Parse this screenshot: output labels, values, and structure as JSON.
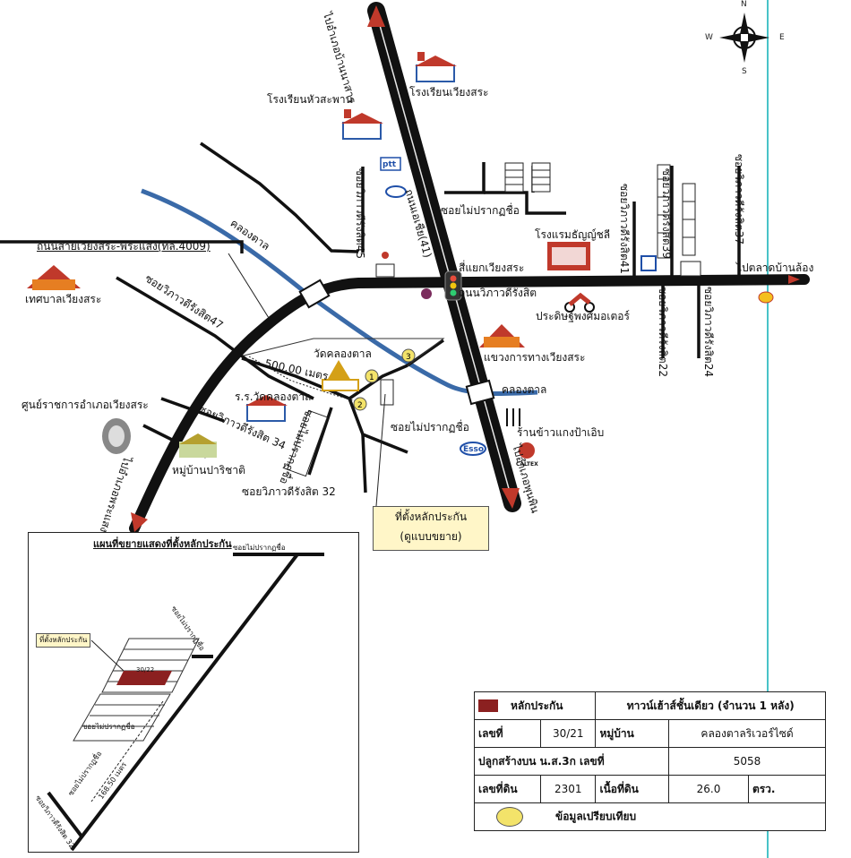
{
  "colors": {
    "road": "#111111",
    "canal": "#3a6aa8",
    "lot": "#8b2020",
    "marker": "#f3e36a",
    "arrow": "#c0392b",
    "highlight": "#fff6c8"
  },
  "compass": {
    "n": "N",
    "s": "S",
    "e": "E",
    "w": "W"
  },
  "roads": {
    "to_ban_na": "ไปอำเภอบ้านนาสาร",
    "hwy_41": "ถนนเอเชีย(41)",
    "to_phun_phin": "ไปอำเภอพุนพิน",
    "to_phrasaeng": "ไปอำเภอพระแสง",
    "tl4009": "ถนนสายเวียงสระ-พระแสง(ทล.4009)",
    "wiphawadi": "ถนนวิภาวดีรังสิต",
    "market": "ไปตลาดบ้านล้อง",
    "junction": "สี่แยกเวียงสระ",
    "soi_45": "ซอยวิภาวดีรังสิต45",
    "soi_47": "ซอยวิภาวดีรังสิต47",
    "soi_41": "ซอยวิภาวดีรังสิต41",
    "soi_39": "ซอยวิภาวดีรังสิต39",
    "soi_37": "ซอยวิภาวดีรังสิต37",
    "soi_22": "ซอยวิภาวดีรังสิต22",
    "soi_24": "ซอยวิภาวดีรังสิต24",
    "soi_34": "ซอยวิภาวดีรังสิต 34",
    "soi_32": "ซอยวิภาวดีรังสิต 32",
    "soi_unnamed_1": "ซอยไม่ปรากฏชื่อ",
    "soi_unnamed_2": "ซอยไม่ปรากฏชื่อ",
    "soi_unnamed_3": "ซอยไม่ปรากฏชื่อ",
    "distance": "500.00 เมตร"
  },
  "water": {
    "canal_1": "คลองตาล",
    "canal_2": "คลองตาล"
  },
  "places": {
    "school_hua": "โรงเรียนหัวสะพาน",
    "school_wiang": "โรงเรียนเวียงสระ",
    "hotel": "โรงแรมธัญญ์ชลี",
    "moto": "ประดิษฐ์พงศ์มอเตอร์",
    "municipality": "เทศบาลเวียงสระ",
    "temple": "วัดคลองตาล",
    "temple_school": "ร.ร.วัดคลองตาล",
    "highway_office": "แขวงการทางเวียงสระ",
    "restaurant": "ร้านข้าวแกงป้าเอิบ",
    "district_center": "ศูนย์ราชการอำเภอเวียงสระ",
    "village": "หมู่บ้านปาริชาติ",
    "ptt": "ptt",
    "esso": "Esso",
    "caltex": "CALTEX"
  },
  "markers": [
    "1",
    "2",
    "3"
  ],
  "collateral_box": {
    "line1": "ที่ตั้งหลักประกัน",
    "line2": "(ดูแบบขยาย)"
  },
  "inset": {
    "title": "แผนที่ขยายแสดงที่ตั้งหลักประกัน",
    "soi_top": "ซอยไม่ปรากฏชื่อ",
    "soi_mid": "ซอยไม่ปรากฏชื่อ",
    "soi_low": "ซอยไม่ปรากฏชื่อ",
    "soi_lower": "ซอยไม่ปรากฏชื่อ",
    "soi_32": "ซอยวิภาวดีรังสิต 32",
    "collateral_label": "ที่ตั้งหลักประกัน",
    "lot_no": "30/22",
    "distance": "168.50 เมตร"
  },
  "legend": {
    "collateral": "หลักประกัน",
    "type": "ทาวน์เฮ้าส์ชั้นเดียว (จำนวน 1 หลัง)",
    "no_label": "เลขที่",
    "no_value": "30/21",
    "village_label": "หมู่บ้าน",
    "village_value": "คลองตาลริเวอร์ไซด์",
    "built_on": "ปลูกสร้างบน น.ส.3ก เลขที่",
    "title_no": "5058",
    "land_no_label": "เลขที่ดิน",
    "land_no": "2301",
    "area_label": "เนื้อที่ดิน",
    "area": "26.0",
    "area_unit": "ตรว.",
    "comparison": "ข้อมูลเปรียบเทียบ"
  }
}
